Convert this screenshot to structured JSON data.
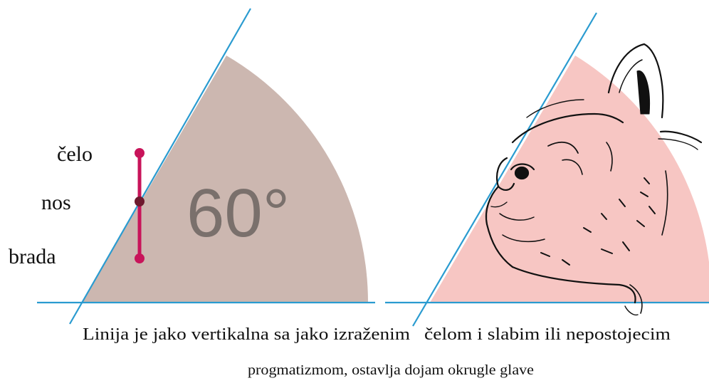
{
  "labels": {
    "forehead": "čelo",
    "nose": "nos",
    "chin": "brada"
  },
  "angle_label": "60°",
  "caption": {
    "line1_part1": "Linija je jako vertikalna sa jako izraženim",
    "line1_part2": "čelom i slabim ili nepostojecim",
    "line2": "progmatizmom, ostavlja dojam okrugle glave"
  },
  "colors": {
    "left_sector": "#ccb7b0",
    "right_sector": "#f7c6c3",
    "lines": "#2a9bd0",
    "marker": "#c8145a",
    "ink": "#111111"
  },
  "illustration": "french-bulldog-head-sketch"
}
